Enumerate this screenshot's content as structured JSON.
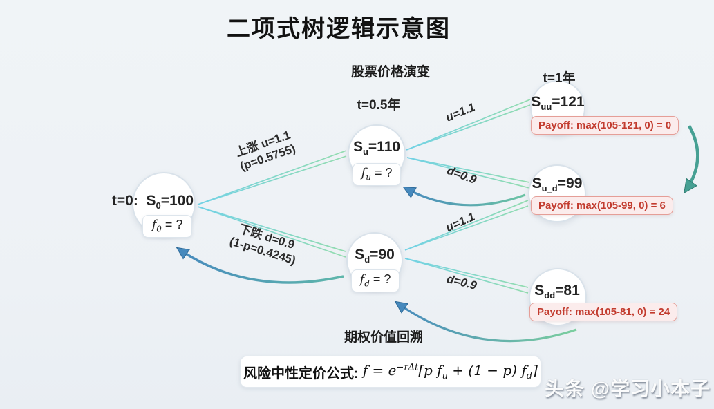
{
  "title": "二项式树逻辑示意图",
  "sections": {
    "price_evolution": "股票价格演变",
    "backtrack": "期权价值回溯"
  },
  "time_labels": {
    "t0": "t=0:",
    "t05": "t=0.5年",
    "t1": "t=1年"
  },
  "nodes": {
    "s0": {
      "sym": "S",
      "sub": "0",
      "val": "=100",
      "f_sym": "f",
      "f_sub": "0",
      "f_eq": " = ?"
    },
    "su": {
      "sym": "S",
      "sub": "u",
      "val": "=110",
      "f_sym": "f",
      "f_sub": "u",
      "f_eq": " = ?"
    },
    "sd": {
      "sym": "S",
      "sub": "d",
      "val": "=90",
      "f_sym": "f",
      "f_sub": "d",
      "f_eq": " = ?"
    },
    "suu": {
      "sym": "S",
      "sub": "uu",
      "val": "=121",
      "payoff": "Payoff: max(105-121, 0) = 0"
    },
    "sud": {
      "sym": "S",
      "sub": "u_d",
      "val": "=99",
      "payoff": "Payoff: max(105-99, 0) = 6"
    },
    "sdd": {
      "sym": "S",
      "sub": "dd",
      "val": "=81",
      "payoff": "Payoff: max(105-81, 0) = 24"
    }
  },
  "edge_labels": {
    "up_line1": "上涨 u=1.1",
    "up_line2": "(p=0.5755)",
    "down_line1": "下跌 d=0.9",
    "down_line2": "(1-p=0.4245)",
    "u": "u=1.1",
    "d": "d=0.9"
  },
  "formula": {
    "label": "风险中性定价公式:",
    "lhs": "f",
    "eq": " = ",
    "base": "e",
    "exp": "−rΔt",
    "open": "[",
    "p1": "p f",
    "sub1": "u",
    "mid": " + (1 − p) f",
    "sub2": "d",
    "close": "]"
  },
  "watermark": "头条 @学习小本子",
  "colors": {
    "edge_cyan": "#72d2e6",
    "edge_green": "#92dcae",
    "arrow_blue": "#4689bd",
    "arrow_teal": "#46a093",
    "payoff_text": "#c23b2e",
    "payoff_bg": "#fbecec",
    "payoff_border": "#e59e97",
    "node_border": "#d9e2ea",
    "text_dark": "#1f1f1f",
    "bg": "#edf1f5"
  }
}
